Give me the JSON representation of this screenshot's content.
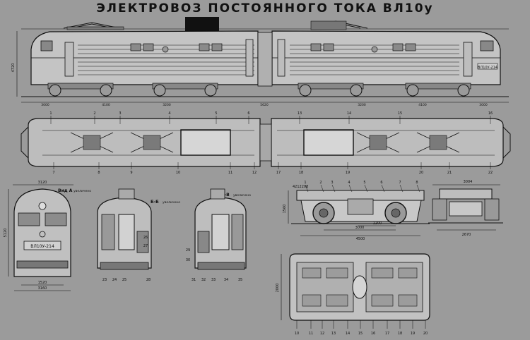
{
  "title": "ЭЛЕКТРОВОЗ ПОСТОЯННОГО ТОКА ВЛ10у",
  "colors": {
    "paper": "#9b9b9b",
    "ink": "#111111",
    "light": "#c8c8c8"
  },
  "side_view": {
    "height_dim": "4720",
    "dims_lower": [
      "3000",
      "4100",
      "3200",
      "5620",
      "3200",
      "4100",
      "3000"
    ],
    "plate_number": "ВЛ10У-214"
  },
  "plan_view": {
    "top_callouts": [
      "1",
      "2",
      "3",
      "4",
      "5",
      "6",
      "13",
      "14",
      "15",
      "16"
    ],
    "bottom_callouts": [
      "7",
      "8",
      "9",
      "10",
      "11",
      "12",
      "17",
      "18",
      "19",
      "20",
      "21",
      "22"
    ]
  },
  "front_view": {
    "label": "Вид А",
    "label_suffix": "увеличено",
    "width_dim": "3120",
    "height_dim": "5120",
    "plate": "ВЛ10У-214",
    "bottom_dims": [
      "1520",
      "3160"
    ]
  },
  "section_a": {
    "label": "Б-Б",
    "label_suffix": "увеличено",
    "callouts": [
      "23",
      "24",
      "25",
      "26",
      "27",
      "28"
    ]
  },
  "section_b": {
    "label": "В-В",
    "label_suffix": "увеличено",
    "callouts": [
      "29",
      "30",
      "31",
      "32",
      "33",
      "34",
      "35"
    ]
  },
  "bogie_side": {
    "label": "4212208",
    "callouts": [
      "1",
      "2",
      "3",
      "4",
      "5",
      "6",
      "7",
      "8"
    ],
    "dims": [
      "3000",
      "1200",
      "4500",
      "1560"
    ]
  },
  "bogie_end": {
    "dims": [
      "3004",
      "2670"
    ]
  },
  "bogie_plan": {
    "height_dim": "2000",
    "callouts": [
      "10",
      "11",
      "12",
      "13",
      "14",
      "15",
      "16",
      "17",
      "18",
      "19",
      "20"
    ]
  }
}
